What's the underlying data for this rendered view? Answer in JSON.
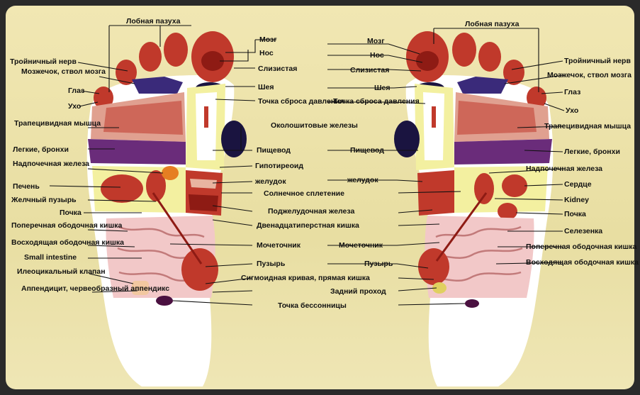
{
  "colors": {
    "board": "#efe6b5",
    "foot": "#ffffff",
    "red": "#c0392b",
    "dark_red": "#8e1b14",
    "purple": "#6a2c7a",
    "navy": "#1a1440",
    "yellow": "#f3f0a0",
    "pink": "#f2c8c8"
  },
  "left_foot_labels": [
    "Лобная пазуха",
    "Тройничный нерв",
    "Мозжечок, ствол мозга",
    "Глаз",
    "Ухо",
    "Трапецивидная мышца",
    "Легкие, бронхи",
    "Надпочечная железа",
    "Печень",
    "Желчный пузырь",
    "Почка",
    "Поперечная ободочная кишка",
    "Восходящая ободочная кишка",
    "Small intestine",
    "Илеоцикальный клапан",
    "Аппендицит, червеобразный аппендикс"
  ],
  "center_left_labels": [
    "Мозг",
    "Нос",
    "Слизистая",
    "Шея",
    "Точка сброса давления",
    "Околошитовые железы",
    "Пищевод",
    "Гипотиреоид",
    "желудок",
    "Солнечное сплетение",
    "Поджелудочная железа",
    "Двенадцатиперстная кишка",
    "Мочеточник",
    "Пузырь",
    "Сигмоидная кривая, прямая кишка",
    "Задний проход",
    "Точка бессонницы"
  ],
  "center_right_labels": [
    "Мозг",
    "Нос",
    "Слизистая",
    "Шея",
    "Точка сброса давления",
    "Пищевод",
    "желудок",
    "Мочеточник",
    "Пузырь"
  ],
  "right_foot_labels": [
    "Лобная пазуха",
    "Тройничный нерв",
    "Мозжечок, ствол мозга",
    "Глаз",
    "Ухо",
    "Трапецивидная мышца",
    "Легкие, бронхи",
    "Надпочечная железа",
    "Сердце",
    "Kidney",
    "Почка",
    "Селезенка",
    "Поперечная ободочная кишка",
    "Восходящая ободочная кишка"
  ]
}
